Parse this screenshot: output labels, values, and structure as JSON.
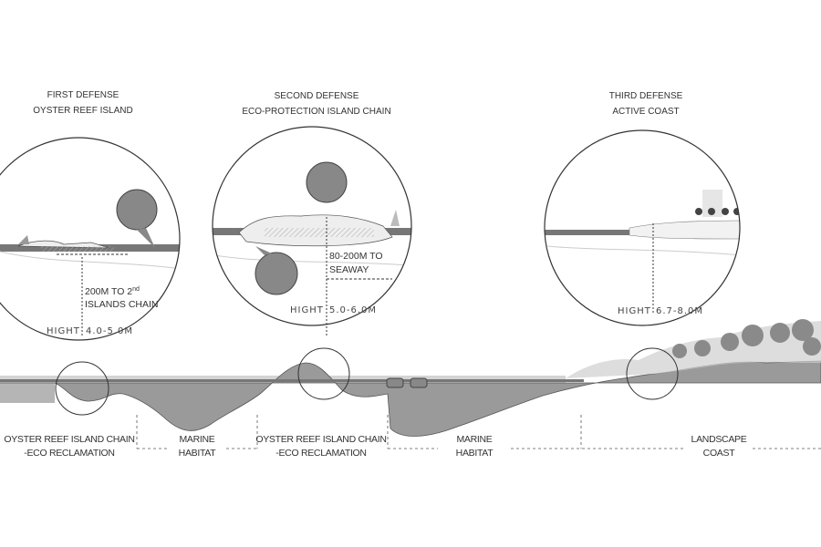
{
  "defenses": [
    {
      "title": "FIRST DEFENSE",
      "subtitle": "OYSTER REEF ISLAND",
      "distance_line1": "200M TO 2",
      "distance_sup": "nd",
      "distance_line2": "ISLANDS CHAIN",
      "height_label": "HIGHT",
      "height_value": "4.0-5.0M"
    },
    {
      "title": "SECOND DEFENSE",
      "subtitle": "ECO-PROTECTION ISLAND CHAIN",
      "distance_line1": "80-200M TO",
      "distance_line2": "SEAWAY",
      "height_label": "HIGHT",
      "height_value": "5.0-6.0M"
    },
    {
      "title": "THIRD DEFENSE",
      "subtitle": "ACTIVE COAST",
      "height_label": "HIGHT",
      "height_value": "6.7-8.0M"
    }
  ],
  "zones": [
    {
      "line1": "OYSTER REEF ISLAND CHAIN",
      "line2": "-ECO RECLAMATION"
    },
    {
      "line1": "MARINE",
      "line2": "HABITAT"
    },
    {
      "line1": "OYSTER REEF ISLAND CHAIN",
      "line2": "-ECO RECLAMATION"
    },
    {
      "line1": "MARINE",
      "line2": "HABITAT"
    },
    {
      "line1": "LANDSCAPE",
      "line2": "COAST"
    }
  ],
  "colors": {
    "water": "#9a9a9a",
    "ground": "#7d7d7d",
    "line": "#333333"
  }
}
